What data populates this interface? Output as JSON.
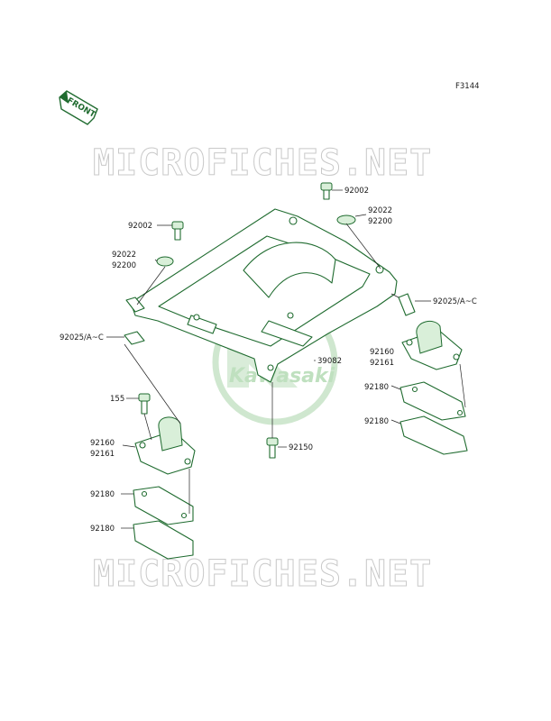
{
  "figure_code": "F3144",
  "front_badge": "FRONT",
  "watermark": "MICROFICHES.NET",
  "logo_text": "Kawasaki",
  "labels": {
    "p92002_top": "92002",
    "p92022_right": "92022",
    "p92200_right": "92200",
    "p92002_left": "92002",
    "p92022_left": "92022",
    "p92200_left": "92200",
    "p92025_right": "92025/A~C",
    "p92025_left": "92025/A~C",
    "p92160_right": "92160",
    "p92161_right": "92161",
    "p39082": "39082",
    "p92180_r1": "92180",
    "p92180_r2": "92180",
    "p155": "155",
    "p92160_left": "92160",
    "p92161_left": "92161",
    "p92150": "92150",
    "p92180_l1": "92180",
    "p92180_l2": "92180"
  },
  "colors": {
    "part_stroke": "#1f6b2f",
    "part_fill": "#d9efd9",
    "logo": "#cfe7cf",
    "watermark": "#c9c9c9"
  }
}
